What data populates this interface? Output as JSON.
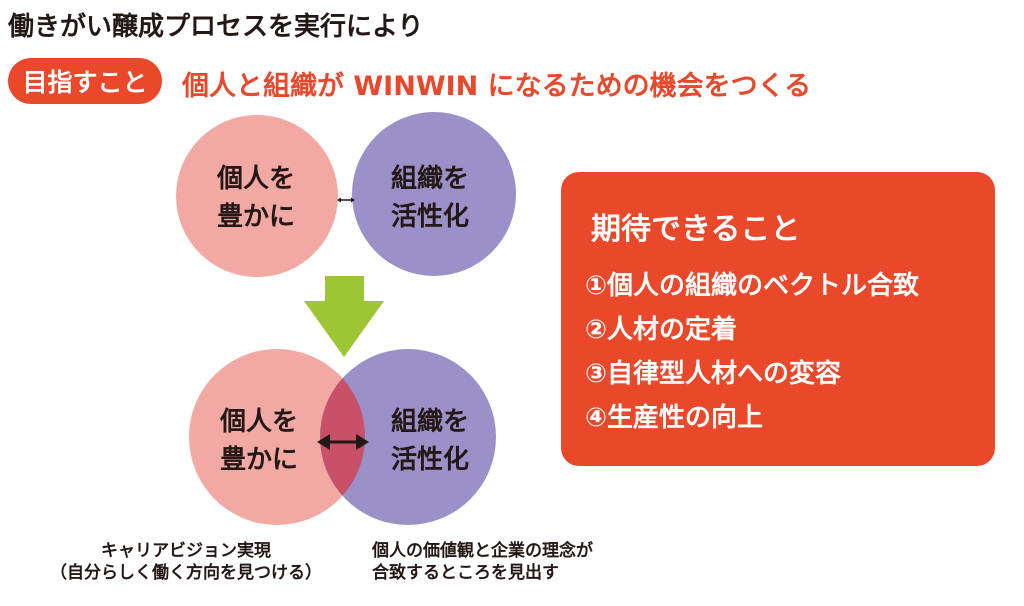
{
  "header": {
    "title": "働きがい醸成プロセスを実行により"
  },
  "goal": {
    "badge": "目指すこと",
    "text": "個人と組織が WINWIN になるための機会をつくる"
  },
  "venn_top": {
    "left_label_line1": "個人を",
    "left_label_line2": "豊かに",
    "right_label_line1": "組織を",
    "right_label_line2": "活性化"
  },
  "venn_bottom": {
    "left_label_line1": "個人を",
    "left_label_line2": "豊かに",
    "right_label_line1": "組織を",
    "right_label_line2": "活性化"
  },
  "captions": {
    "left_line1": "キャリアビジョン実現",
    "left_line2": "（自分らしく働く方向を見つける）",
    "right_line1": "個人の価値観と企業の理念が",
    "right_line2": "合致するところを見出す"
  },
  "expectations": {
    "title": "期待できること",
    "items": [
      "①個人の組織のベクトル合致",
      "②人材の定着",
      "③自律型人材への変容",
      "④生産性の向上"
    ]
  },
  "colors": {
    "accent": "#e9482a",
    "person_circle": "#f2a9a4",
    "org_circle": "#9b90c8",
    "overlap": "#c85068",
    "arrow": "#9dc534"
  }
}
